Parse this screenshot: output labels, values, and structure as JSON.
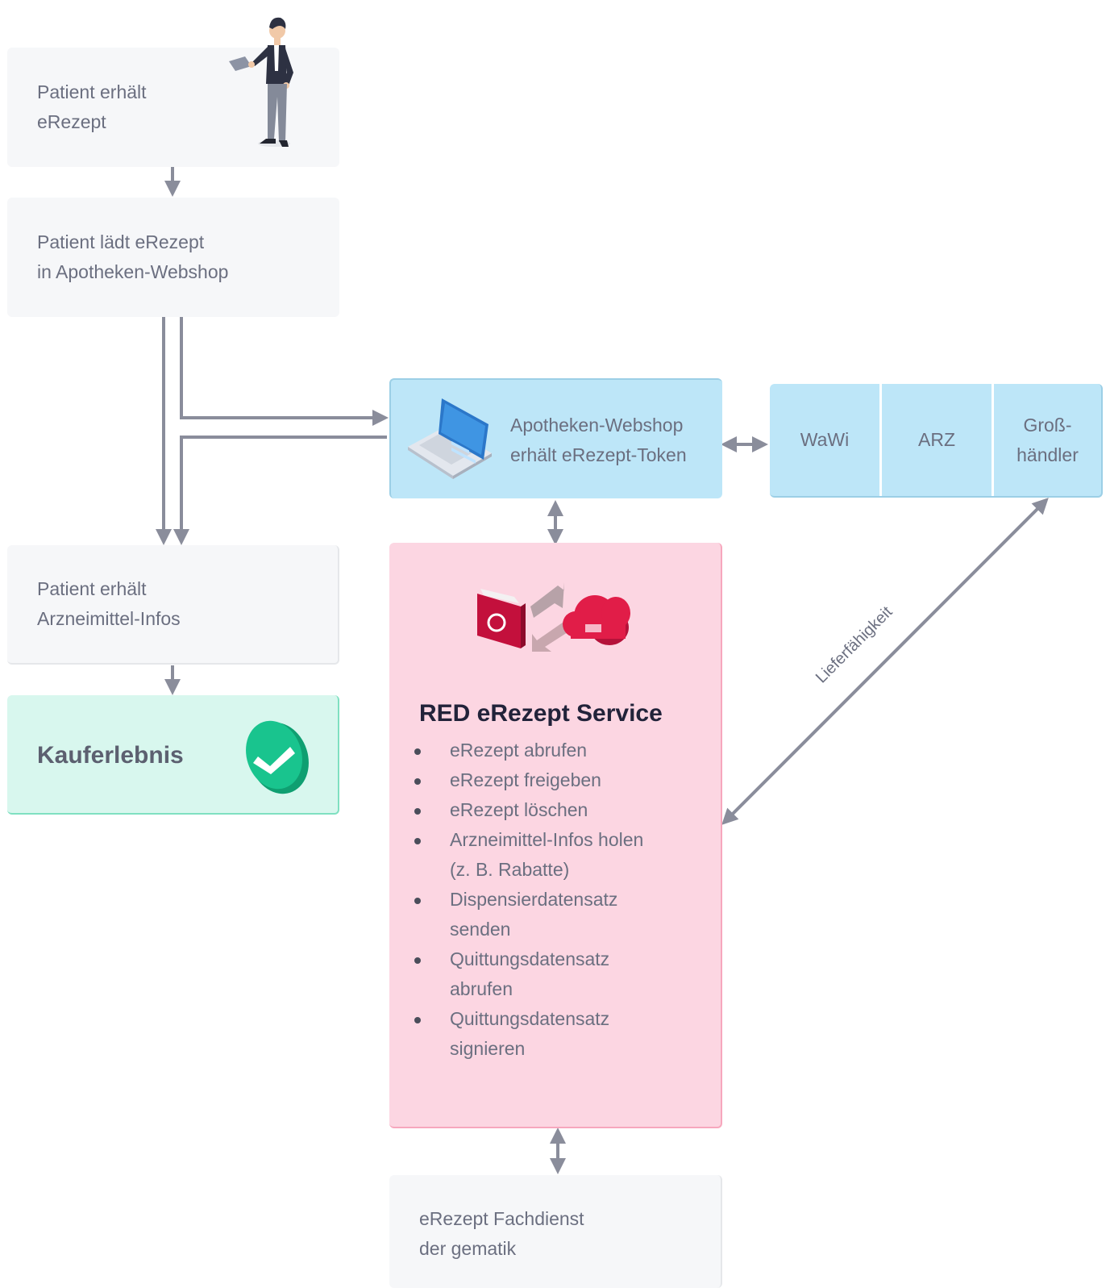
{
  "steps": {
    "receive": {
      "line1": "Patient erhält",
      "line2": "eRezept"
    },
    "upload": {
      "line1": "Patient lädt eRezept",
      "line2": "in Apotheken-Webshop"
    },
    "infos": {
      "line1": "Patient erhält",
      "line2": "Arzneimittel-Infos"
    },
    "purchase": {
      "title": "Kauferlebnis"
    }
  },
  "webshop": {
    "line1": "Apotheken-Webshop",
    "line2": "erhält eRezept-Token"
  },
  "systems": {
    "wawi": "WaWi",
    "arz": "ARZ",
    "grosshaendler_line1": "Groß-",
    "grosshaendler_line2": "händler"
  },
  "service": {
    "title": "RED eRezept Service",
    "items": [
      "eRezept abrufen",
      "eRezept freigeben",
      "eRezept löschen",
      "Arzneimittel-Infos holen (z. B. Rabatte)",
      "Dispensierdatensatz senden",
      "Quittungsdatensatz abrufen",
      "Quittungsdatensatz signieren"
    ]
  },
  "fachdienst": {
    "line1": "eRezept Fachdienst",
    "line2": "der gematik"
  },
  "connector_label": "Lieferfähigkeit",
  "colors": {
    "gray_box": "#f6f7f9",
    "blue_box": "#bde6f8",
    "pink_box": "#fcd6e2",
    "green_box": "#d8f7ee",
    "arrow": "#8a8d9b",
    "accent_red": "#e11d48",
    "accent_green": "#14c088"
  },
  "icons": [
    "person-icon",
    "laptop-icon",
    "folder-cloud-sync-icon",
    "checkmark-badge-icon"
  ]
}
